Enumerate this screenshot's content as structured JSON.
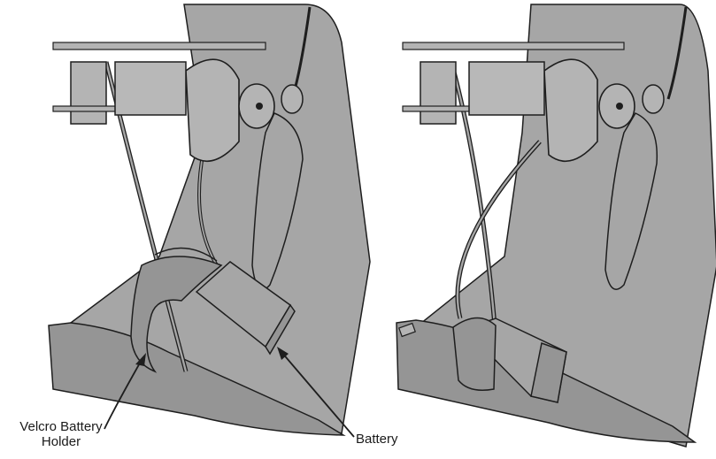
{
  "labels": {
    "velcro_line1": "Velcro Battery",
    "velcro_line2": "Holder",
    "battery": "Battery"
  },
  "colors": {
    "panel_fill": "#a6a6a6",
    "panel_shade": "#959595",
    "part_fill": "#b4b4b4",
    "outline": "#1e1e1e",
    "background": "#ffffff"
  }
}
